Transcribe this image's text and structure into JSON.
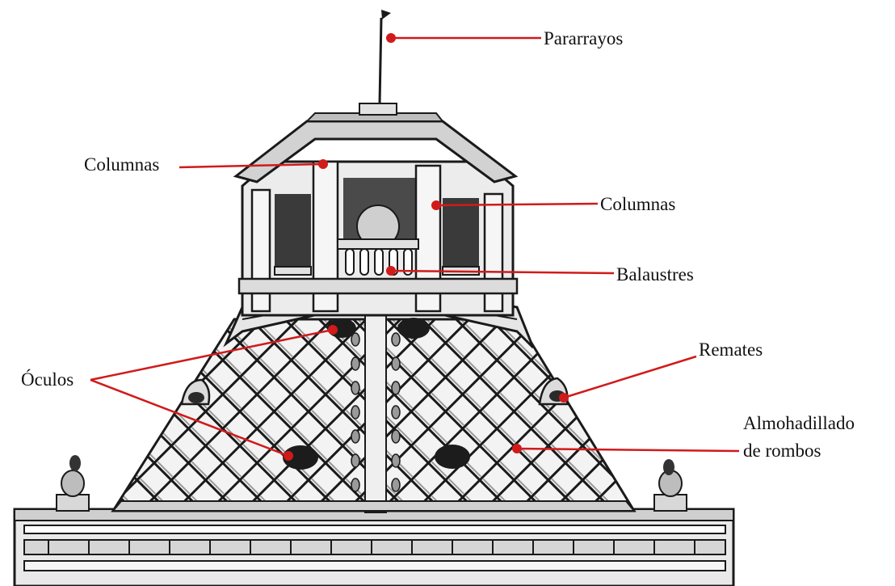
{
  "colors": {
    "annotation": "#d11a1a",
    "ink": "#1a1a1a",
    "stone": "#f1f1f1",
    "shadow": "#8a8a8a"
  },
  "labels": {
    "pararrayos": "Pararrayos",
    "columnas_left": "Columnas",
    "columnas_right": "Columnas",
    "balaustres": "Balaustres",
    "oculos": "Óculos",
    "remates": "Remates",
    "almohadillado_line1": "Almohadillado",
    "almohadillado_line2": "de rombos"
  }
}
